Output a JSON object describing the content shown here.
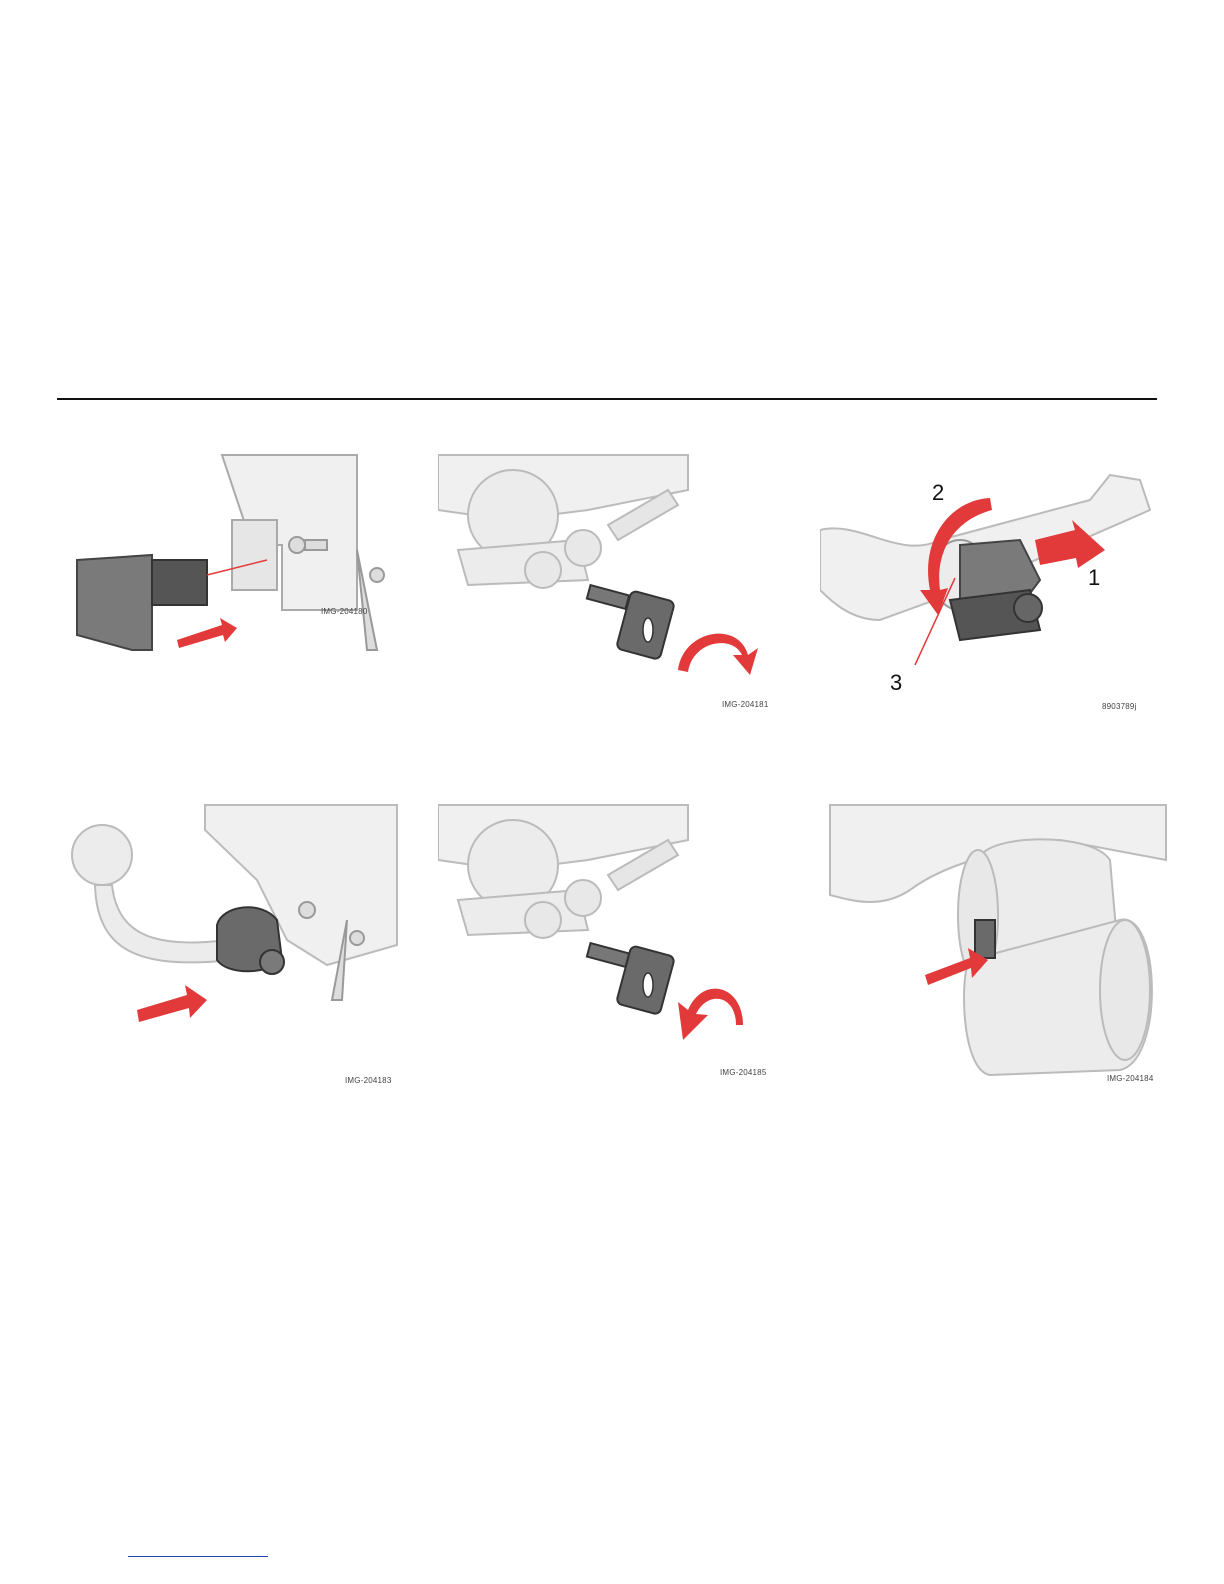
{
  "panels": [
    {
      "caption": "IMG-204180"
    },
    {
      "caption": "IMG-204181"
    },
    {
      "caption": "8903789j",
      "callouts": [
        "1",
        "2",
        "3"
      ]
    },
    {
      "caption": "IMG-204183"
    },
    {
      "caption": "IMG-204185"
    },
    {
      "caption": "IMG-204184"
    }
  ],
  "colors": {
    "arrow": "#e23a3a",
    "line": "#9a9a9a",
    "fill_light": "#ececec",
    "fill_dark": "#555555"
  }
}
